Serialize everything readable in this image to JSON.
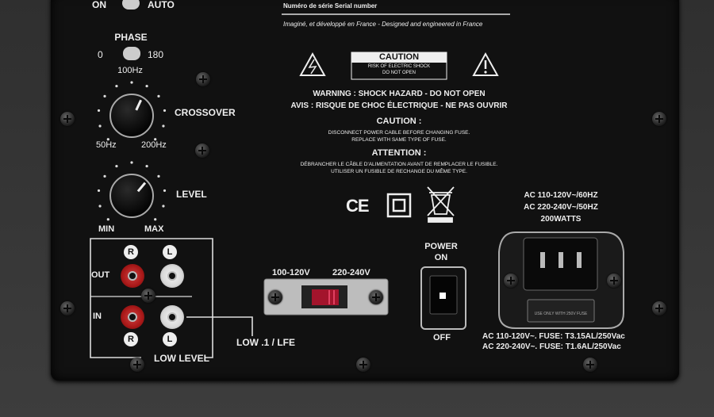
{
  "panel": {
    "serial_label": "Numéro de série Serial number",
    "designed_text": "Imaginé, et développé en France - Designed and engineered in France"
  },
  "mode_switch": {
    "on_label": "ON",
    "auto_label": "AUTO"
  },
  "phase": {
    "title": "PHASE",
    "left_label": "0",
    "right_label": "180"
  },
  "crossover": {
    "label": "CROSSOVER",
    "top_label": "100Hz",
    "min_label": "50Hz",
    "max_label": "200Hz"
  },
  "level": {
    "label": "LEVEL",
    "min_label": "MIN",
    "max_label": "MAX"
  },
  "inputs": {
    "out_label": "OUT",
    "in_label": "IN",
    "r_label": "R",
    "l_label": "L",
    "group_label": "LOW LEVEL",
    "lfe_label": "LOW .1 / LFE"
  },
  "warnings": {
    "caution_box_title": "CAUTION",
    "caution_box_line1": "RISK OF ELECTRIC SHOCK",
    "caution_box_line2": "DO NOT OPEN",
    "warning_en": "WARNING : SHOCK HAZARD - DO NOT OPEN",
    "warning_fr": "AVIS : RISQUE DE CHOC ÉLECTRIQUE - NE PAS OUVRIR",
    "caution_title": "CAUTION :",
    "caution_line1": "DISCONNECT POWER CABLE BEFORE CHANGING FUSE.",
    "caution_line2": "REPLACE WITH SAME TYPE OF FUSE.",
    "attention_title": "ATTENTION :",
    "attention_line1": "DÉBRANCHER LE CÂBLE D'ALIMENTATION AVANT DE REMPLACER LE FUSIBLE.",
    "attention_line2": "UTILISER UN FUSIBLE DE RECHANGE DU MÊME TYPE.",
    "ce_mark": "CE"
  },
  "voltage_selector": {
    "label_low": "100-120V",
    "label_high": "220-240V"
  },
  "power_switch": {
    "title_line1": "POWER",
    "title_line2": "ON",
    "off_label": "OFF"
  },
  "power_inlet": {
    "rating_line1": "AC 110-120V~/60HZ",
    "rating_line2": "AC 220-240V~/50HZ",
    "rating_line3": "200WATTS",
    "fuse_line1": "AC 110-120V~.   FUSE: T3.15AL/250Vac",
    "fuse_line2": "AC 220-240V~.   FUSE: T1.6AL/250Vac",
    "fuse_holder_text": "USE ONLY WITH 250V FUSE"
  },
  "colors": {
    "panel": "#111111",
    "text": "#eeeeee",
    "rca_red": "#b01c1c",
    "indicator_red": "#c0102a"
  }
}
